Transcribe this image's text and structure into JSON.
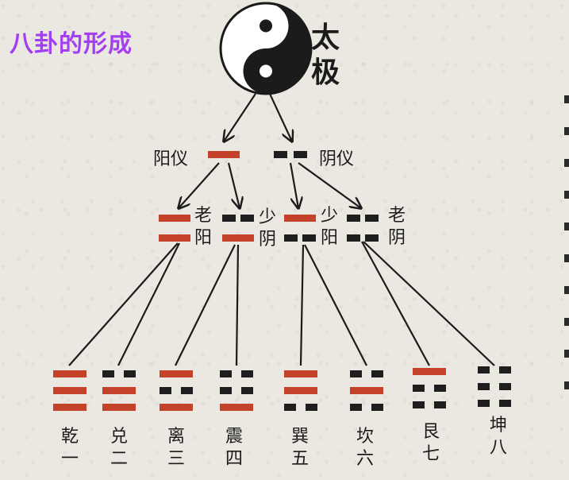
{
  "title": "八卦的形成",
  "taiji": {
    "chars": [
      "太",
      "极"
    ]
  },
  "yi": [
    {
      "label": "阳仪",
      "lines": [
        1
      ]
    },
    {
      "label": "阴仪",
      "lines": [
        0
      ]
    }
  ],
  "sixiang": [
    {
      "chars": [
        "老",
        "阳"
      ],
      "lines": [
        1,
        1
      ]
    },
    {
      "chars": [
        "少",
        "阴"
      ],
      "lines": [
        0,
        1
      ]
    },
    {
      "chars": [
        "少",
        "阳"
      ],
      "lines": [
        1,
        0
      ]
    },
    {
      "chars": [
        "老",
        "阴"
      ],
      "lines": [
        0,
        0
      ]
    }
  ],
  "bagua": [
    {
      "name": "乾",
      "num": "一",
      "lines": [
        1,
        1,
        1
      ]
    },
    {
      "name": "兑",
      "num": "二",
      "lines": [
        0,
        1,
        1
      ]
    },
    {
      "name": "离",
      "num": "三",
      "lines": [
        1,
        0,
        1
      ]
    },
    {
      "name": "震",
      "num": "四",
      "lines": [
        0,
        0,
        1
      ]
    },
    {
      "name": "巽",
      "num": "五",
      "lines": [
        1,
        1,
        0
      ]
    },
    {
      "name": "坎",
      "num": "六",
      "lines": [
        0,
        1,
        0
      ]
    },
    {
      "name": "艮",
      "num": "七",
      "lines": [
        1,
        0,
        0
      ]
    },
    {
      "name": "坤",
      "num": "八",
      "lines": [
        0,
        0,
        0
      ]
    }
  ],
  "colors": {
    "yang": "#c4422a",
    "yin": "#1e1e1e",
    "title": "#a23ff0",
    "background": "#ebe8e1"
  }
}
